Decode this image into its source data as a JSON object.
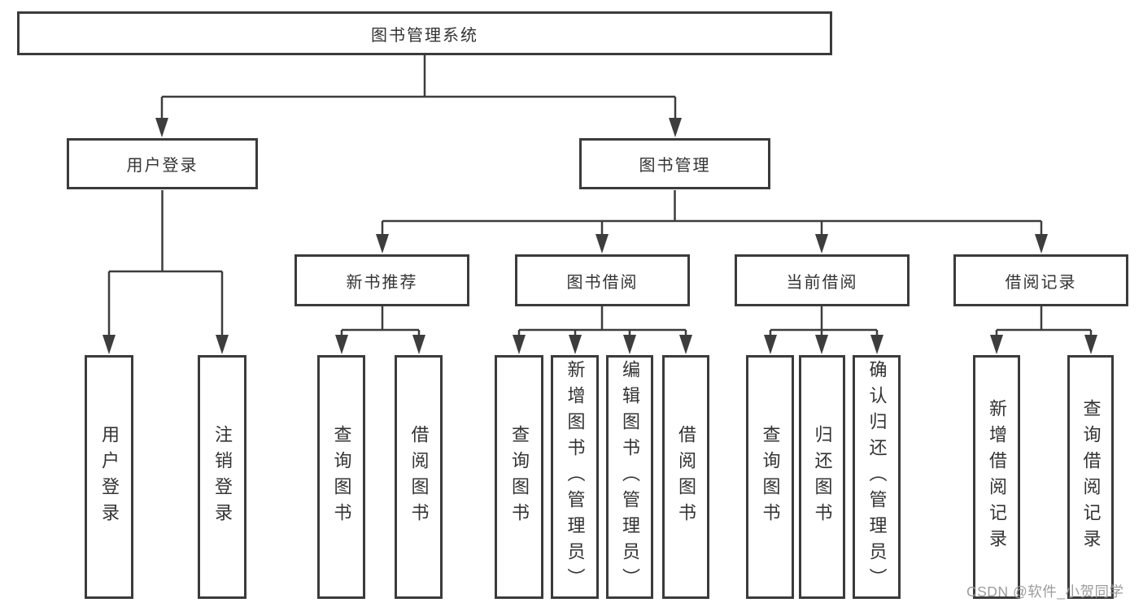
{
  "colors": {
    "line": "#3d3d3d",
    "box_border": "#3b3b3b",
    "text": "#333333",
    "background": "#ffffff",
    "watermark_color": "#9c9c9c"
  },
  "watermark": {
    "text": "CSDN @软件_小贺同学"
  },
  "tree": {
    "label": "图书管理系统",
    "children": [
      {
        "label": "用户登录",
        "children": [
          {
            "label": "用户登录"
          },
          {
            "label": "注销登录"
          }
        ]
      },
      {
        "label": "图书管理",
        "children": [
          {
            "label": "新书推荐",
            "children": [
              {
                "label": "查询图书"
              },
              {
                "label": "借阅图书"
              }
            ]
          },
          {
            "label": "图书借阅",
            "children": [
              {
                "label": "查询图书"
              },
              {
                "label": "新增图书（管理员）"
              },
              {
                "label": "编辑图书（管理员）"
              },
              {
                "label": "借阅图书"
              }
            ]
          },
          {
            "label": "当前借阅",
            "children": [
              {
                "label": "查询图书"
              },
              {
                "label": "归还图书"
              },
              {
                "label": "确认归还（管理员）"
              }
            ]
          },
          {
            "label": "借阅记录",
            "children": [
              {
                "label": "新增借阅记录"
              },
              {
                "label": "查询借阅记录"
              }
            ]
          }
        ]
      }
    ]
  }
}
